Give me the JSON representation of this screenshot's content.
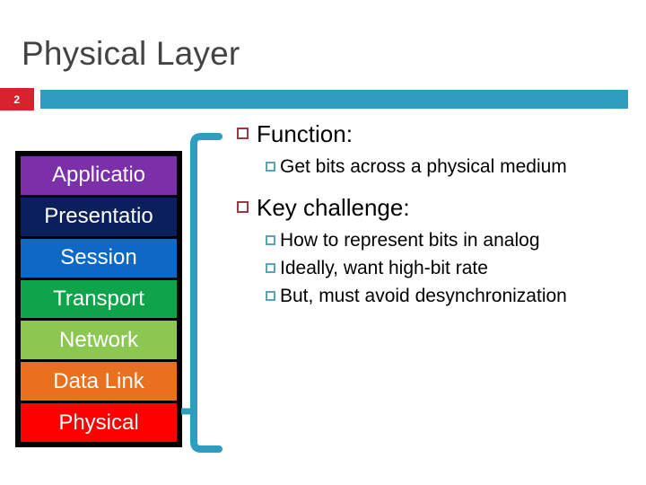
{
  "slide": {
    "title": "Physical Layer",
    "number": "2",
    "accent_teal": "#2E9EC0",
    "accent_red": "#D8232F",
    "title_color": "#434343"
  },
  "osi_stack": {
    "frame_color": "#000000",
    "layers": [
      {
        "label": "Applicatio",
        "color": "#7B2FA8"
      },
      {
        "label": "Presentatio",
        "color": "#0A1F5C"
      },
      {
        "label": "Session",
        "color": "#0F69C4"
      },
      {
        "label": "Transport",
        "color": "#0FA44A"
      },
      {
        "label": "Network",
        "color": "#8CC751"
      },
      {
        "label": "Data Link",
        "color": "#E8701E"
      },
      {
        "label": "Physical",
        "color": "#FE0000"
      }
    ]
  },
  "connector": {
    "color": "#2E9EC0",
    "name": "physical-layer-callout-bracket"
  },
  "content": {
    "bullet_marker_l1_color": "#9C3A44",
    "bullet_marker_l2_color": "#57A4BB",
    "groups": [
      {
        "heading": "Function:",
        "items": [
          "Get bits across a physical medium"
        ]
      },
      {
        "heading": "Key challenge:",
        "items": [
          "How to represent bits in analog",
          "Ideally, want high-bit rate",
          "But, must avoid desynchronization"
        ]
      }
    ]
  }
}
